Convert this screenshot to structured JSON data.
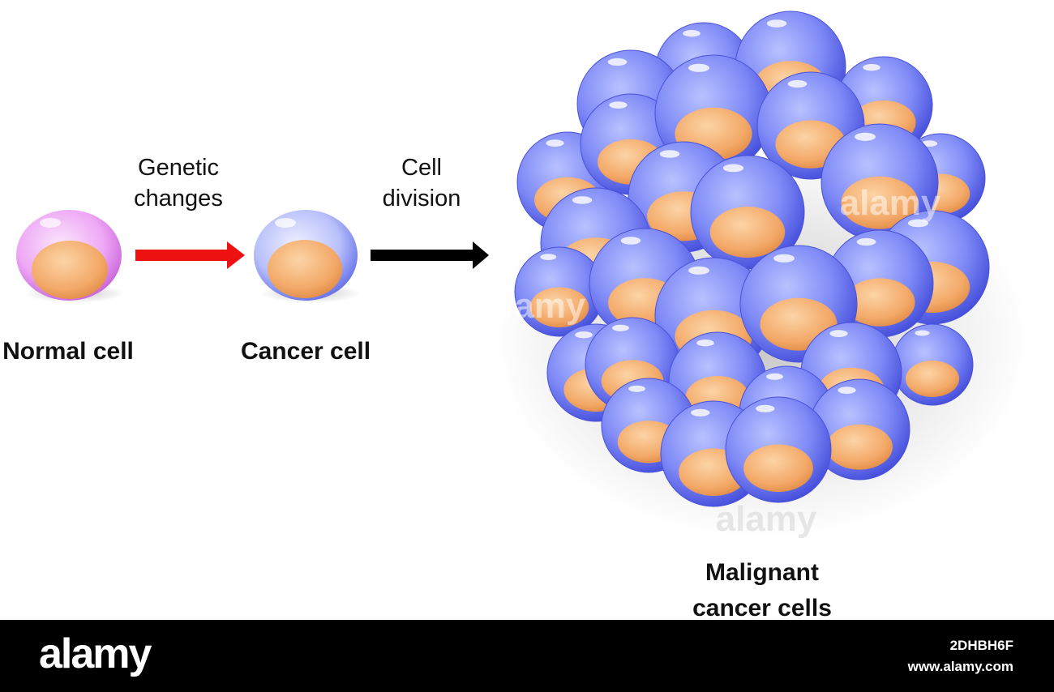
{
  "labels": {
    "genetic_changes_1": "Genetic",
    "genetic_changes_2": "changes",
    "cell_division_1": "Cell",
    "cell_division_2": "division",
    "normal_cell": "Normal cell",
    "cancer_cell": "Cancer cell",
    "malignant_1": "Malignant",
    "malignant_2": "cancer cells"
  },
  "watermark": "alamy",
  "footer": {
    "logo": "alamy",
    "image_id": "2DHBH6F",
    "url": "www.alamy.com"
  },
  "colors": {
    "normal_membrane": "#e58ef0",
    "cancer_membrane": "#6f76f2",
    "nucleus": "#f2a565",
    "arrow_genetic": "#ee1111",
    "arrow_division": "#000000",
    "footer_bg": "#000000"
  }
}
